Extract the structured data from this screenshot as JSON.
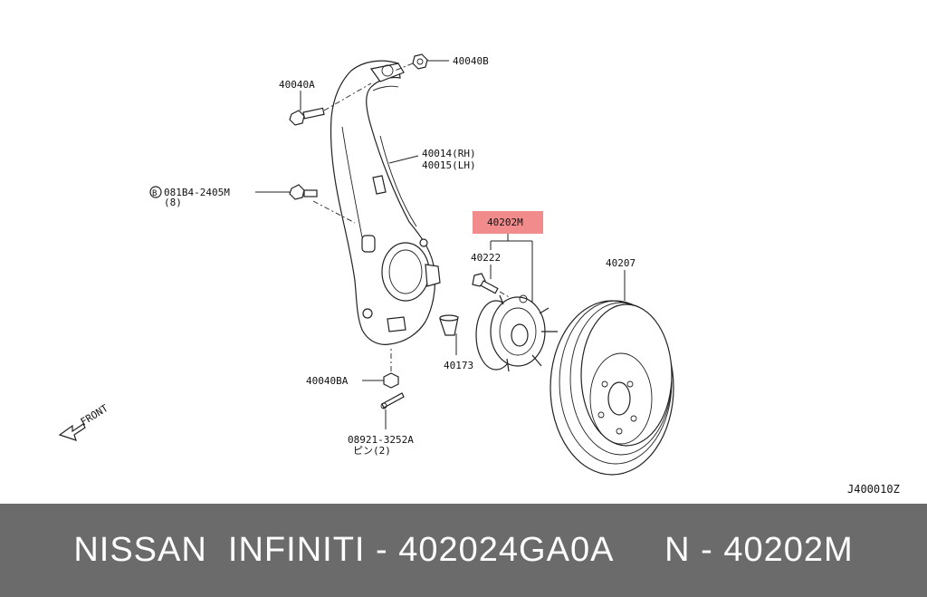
{
  "diagram": {
    "labels": {
      "bolt_40040b": "40040B",
      "bolt_40040a": "40040A",
      "knuckle_rh": "40014(RH)",
      "knuckle_lh": "40015(LH)",
      "bolt_b_code": "081B4-2405M",
      "bolt_b_marker": "B",
      "bolt_b_qty": "(8)",
      "hub_assembly": "40202M",
      "hub_bolt": "40222",
      "rotor": "40207",
      "seal_40173": "40173",
      "nut_40040ba": "40040BA",
      "cotter_pin_code": "08921-3252A",
      "cotter_pin_qty": "ピン(2)",
      "front": "FRONT",
      "diagram_id": "J400010Z"
    },
    "highlight_color": "#f28b8b"
  },
  "banner": {
    "text": "NISSAN  INFINITI - 402024GA0A     N - 40202M",
    "background": "#6b6b6b",
    "text_color": "#ffffff"
  }
}
